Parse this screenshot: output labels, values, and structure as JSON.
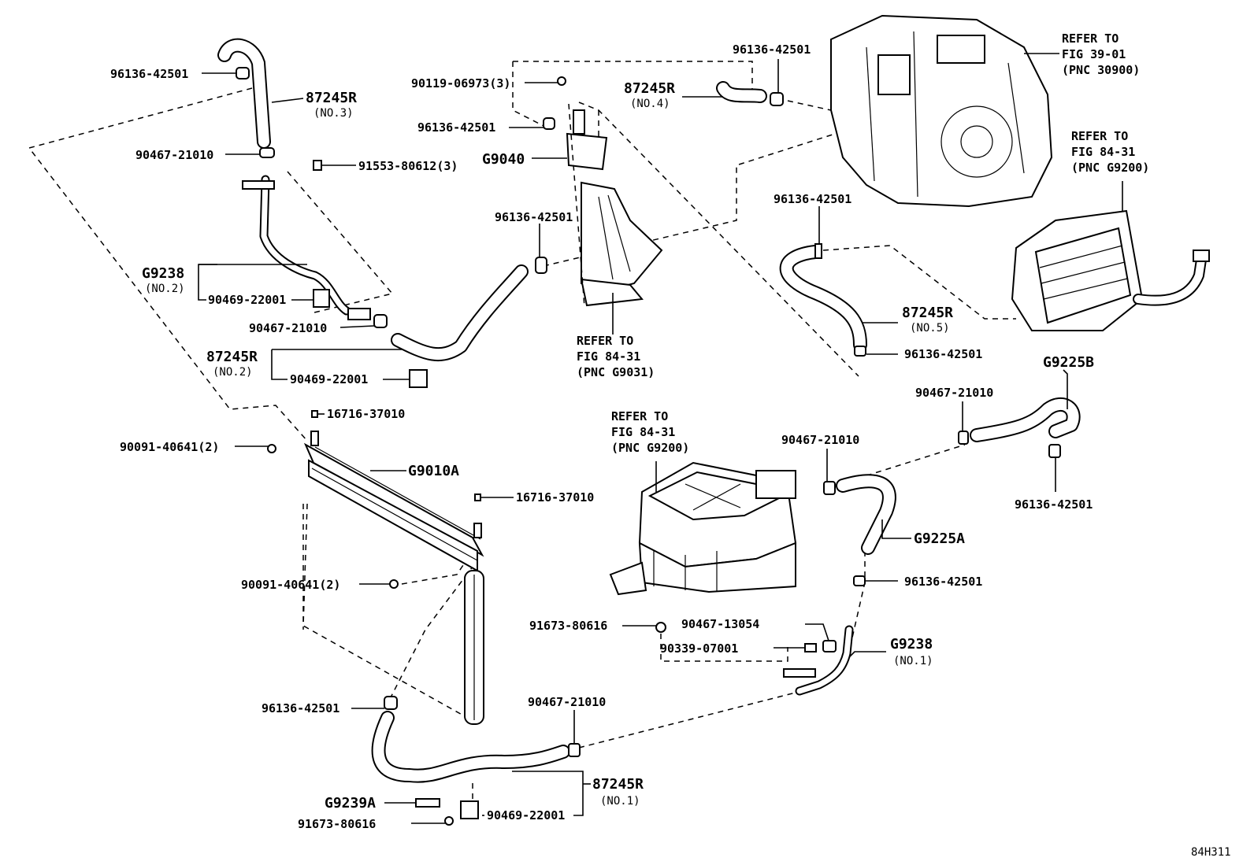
{
  "diagram_code": "84H311",
  "labels": {
    "l01": "96136-42501",
    "l02": "87245R",
    "l03": "(NO.3)",
    "l04": "90467-21010",
    "l05": "91553-80612(3)",
    "l06": "G9238",
    "l07": "(NO.2)",
    "l08": "90469-22001",
    "l09": "90467-21010",
    "l10": "87245R",
    "l11": "(NO.2)",
    "l12": "90469-22001",
    "l13": "90119-06973(3)",
    "l14": "96136-42501",
    "l15": "G9040",
    "l16": "96136-42501",
    "l17_1": "REFER TO",
    "l17_2": "FIG 84-31",
    "l17_3": "(PNC G9031)",
    "l18": "96136-42501",
    "l19": "87245R",
    "l20": "(NO.4)",
    "l21_1": "REFER TO",
    "l21_2": "FIG 39-01",
    "l21_3": "(PNC 30900)",
    "l22_1": "REFER TO",
    "l22_2": "FIG 84-31",
    "l22_3": "(PNC G9200)",
    "l23": "96136-42501",
    "l24": "87245R",
    "l25": "(NO.5)",
    "l26": "96136-42501",
    "l27": "G9225B",
    "l28": "90467-21010",
    "l29": "96136-42501",
    "l30": "16716-37010",
    "l31": "90091-40641(2)",
    "l32": "G9010A",
    "l33": "16716-37010",
    "l34": "90091-40641(2)",
    "l35_1": "REFER TO",
    "l35_2": "FIG 84-31",
    "l35_3": "(PNC G9200)",
    "l36": "90467-21010",
    "l37": "G9225A",
    "l38": "96136-42501",
    "l39": "91673-80616",
    "l40": "90467-13054",
    "l41": "90339-07001",
    "l42": "G9238",
    "l43": "(NO.1)",
    "l44": "96136-42501",
    "l45": "90467-21010",
    "l46": "87245R",
    "l47": "(NO.1)",
    "l48": "G9239A",
    "l49": "90469-22001",
    "l50": "91673-80616"
  }
}
